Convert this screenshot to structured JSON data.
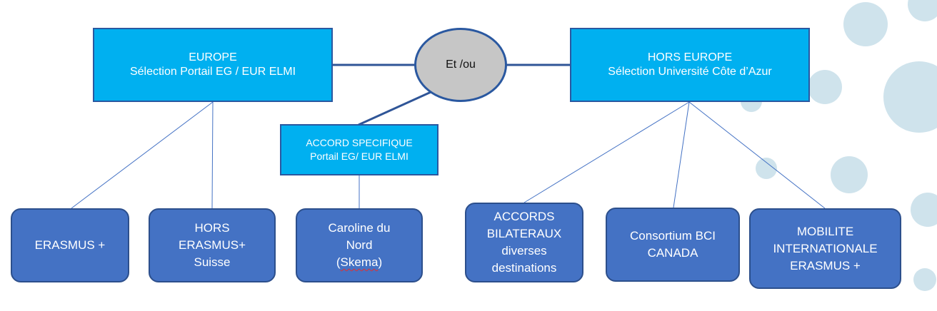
{
  "europe": {
    "line1": "EUROPE",
    "line2": "Sélection Portail EG / EUR ELMI"
  },
  "connector": {
    "label": "Et /ou"
  },
  "hors_europe": {
    "line1": "HORS EUROPE",
    "line2": "Sélection Université Côte d’Azur"
  },
  "accord_specifique": {
    "line1": "ACCORD SPECIFIQUE",
    "line2": "Portail EG/ EUR ELMI"
  },
  "boxes": {
    "erasmus": {
      "line1": "ERASMUS +"
    },
    "hors_erasmus": {
      "line1": "HORS",
      "line2": "ERASMUS+",
      "line3": "Suisse"
    },
    "caroline": {
      "line1": "Caroline du",
      "line2": "Nord",
      "paren_open": "(",
      "word": "Skema",
      "paren_close": ")"
    },
    "accords_bilateraux": {
      "line1": "ACCORDS",
      "line2": "BILATERAUX",
      "line3": "diverses",
      "line4": "destinations"
    },
    "consortium": {
      "line1": "Consortium BCI",
      "line2": "CANADA"
    },
    "mobilite": {
      "line1": "MOBILITE",
      "line2": "INTERNATIONALE",
      "line3": "ERASMUS +"
    }
  },
  "colors": {
    "header_fill": "#00b0f0",
    "box_fill": "#4472c4",
    "outline": "#2a58a0",
    "ellipse_fill": "#c6c6c6",
    "decor_circles": "#cfe3ec"
  }
}
